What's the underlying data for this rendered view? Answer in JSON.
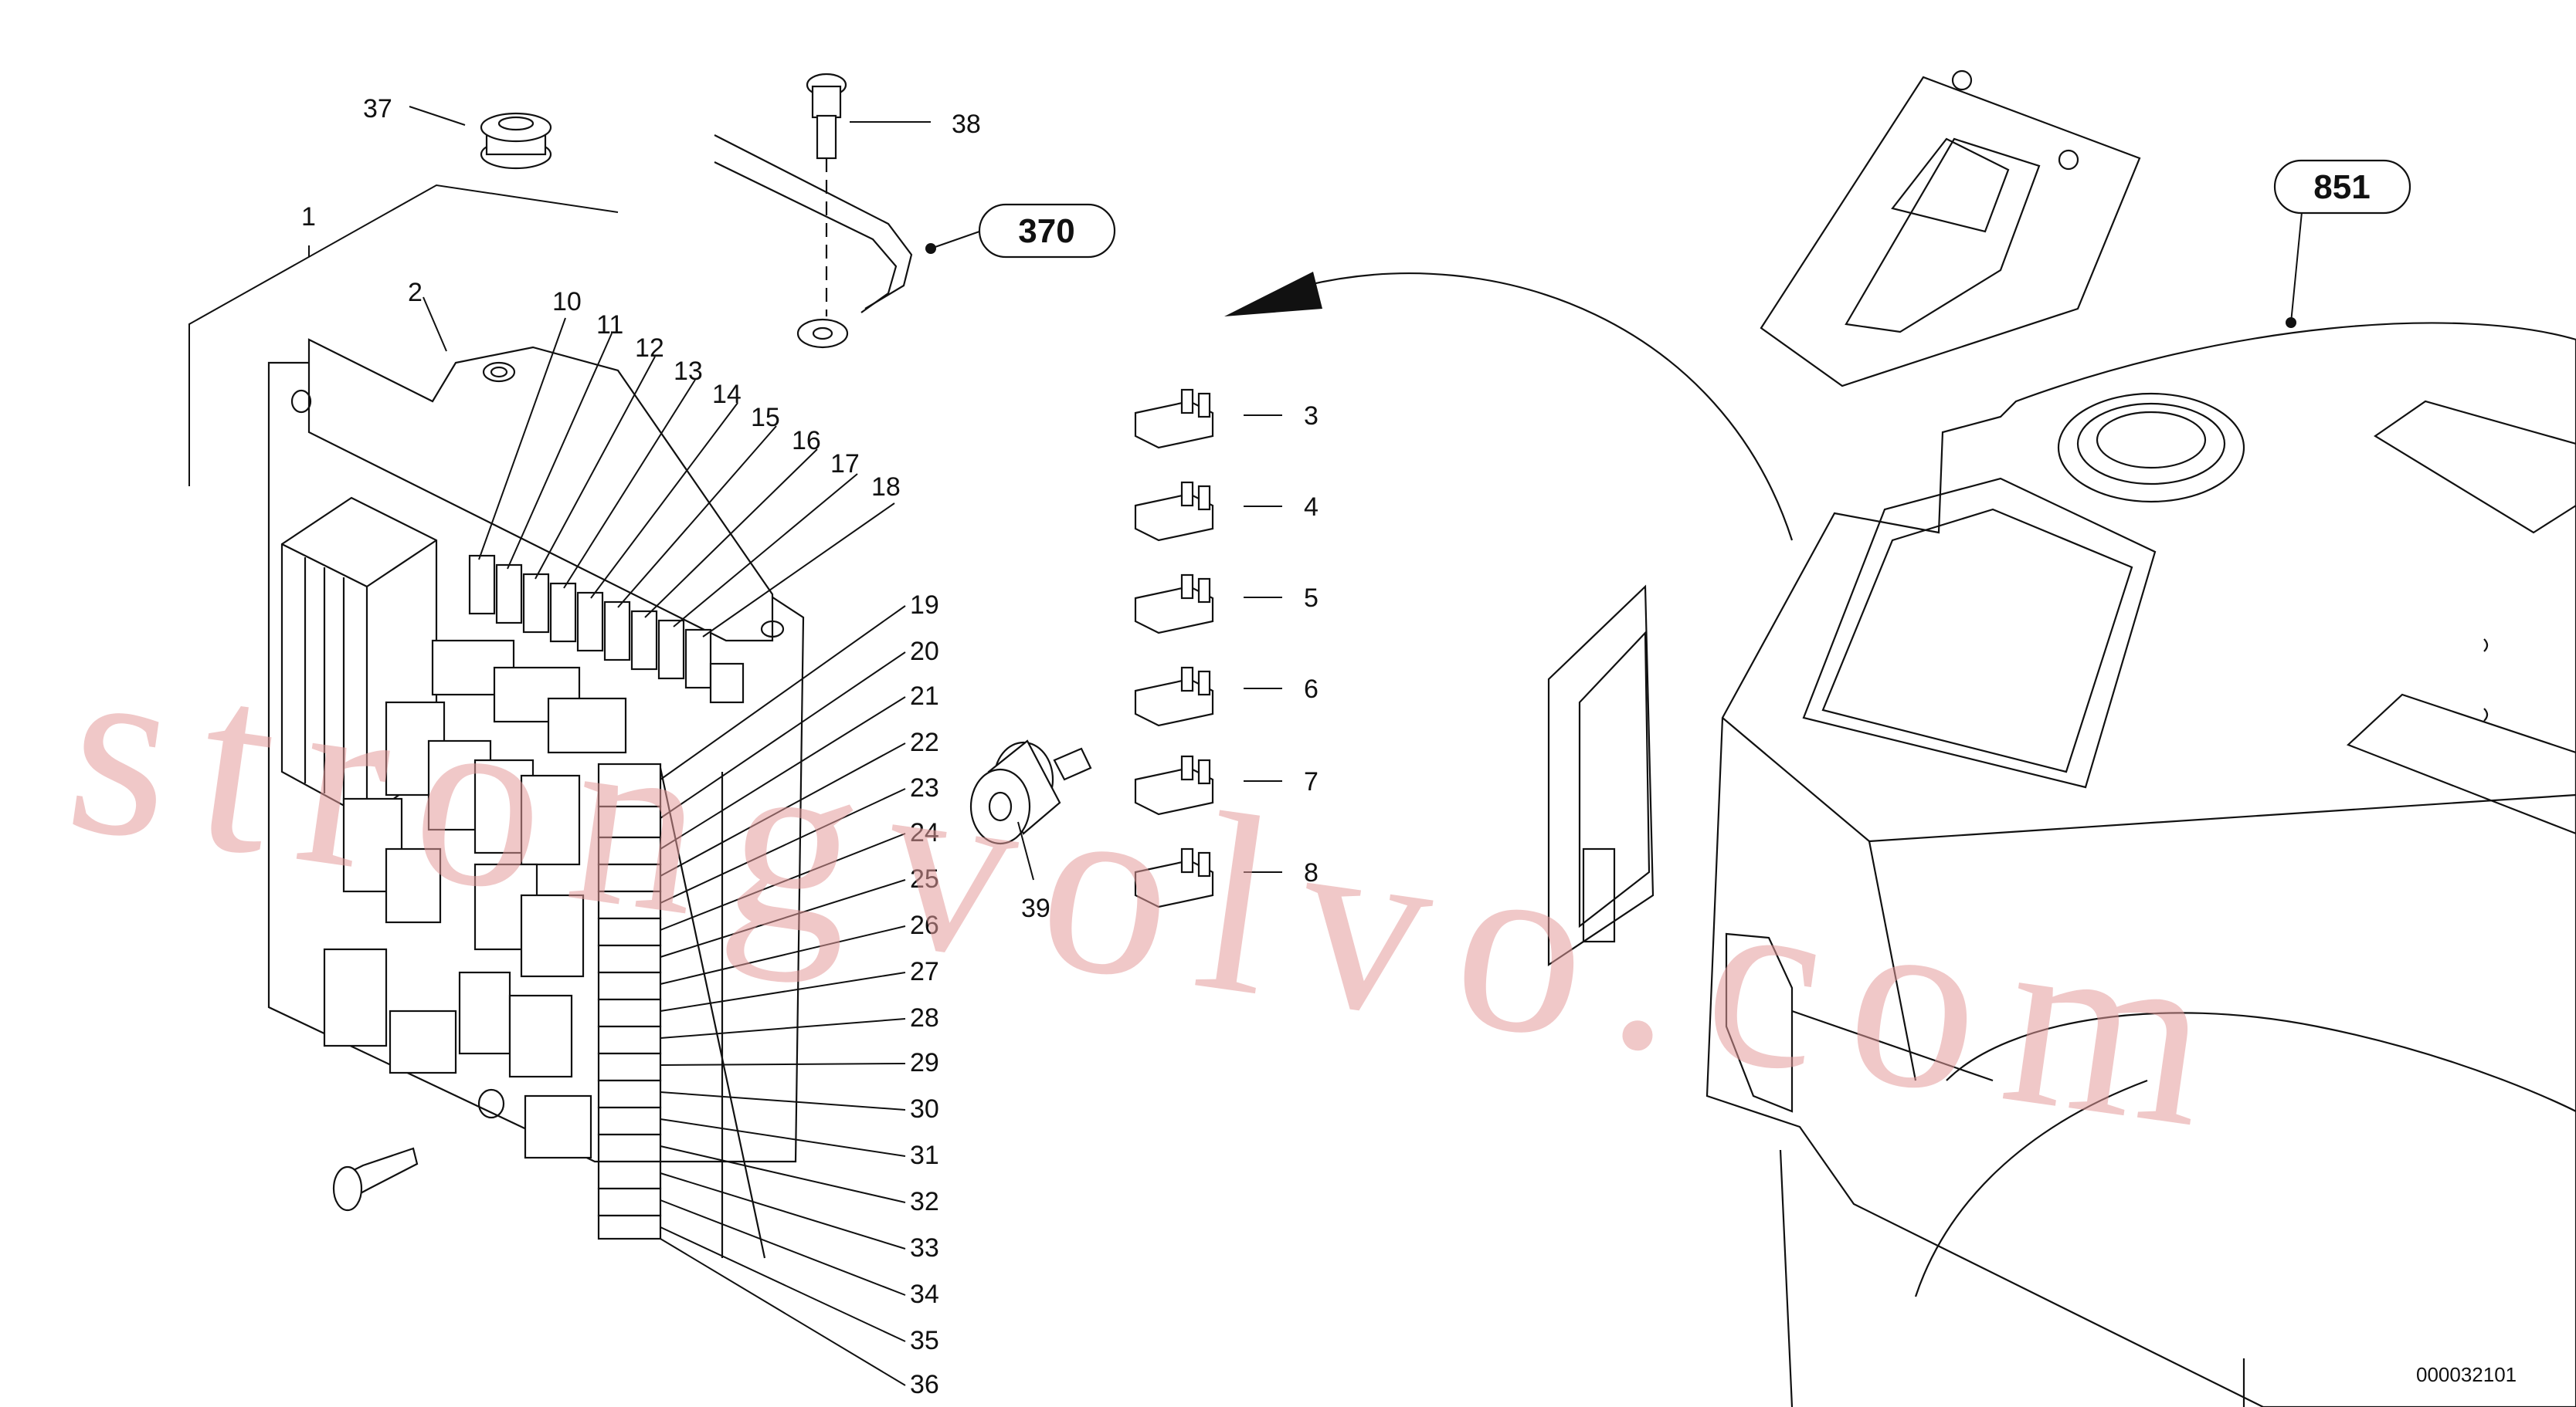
{
  "callouts": [
    {
      "id": "37",
      "label": "37"
    },
    {
      "id": "38",
      "label": "38"
    },
    {
      "id": "1",
      "label": "1"
    },
    {
      "id": "2",
      "label": "2"
    },
    {
      "id": "10",
      "label": "10"
    },
    {
      "id": "11",
      "label": "11"
    },
    {
      "id": "12",
      "label": "12"
    },
    {
      "id": "13",
      "label": "13"
    },
    {
      "id": "14",
      "label": "14"
    },
    {
      "id": "15",
      "label": "15"
    },
    {
      "id": "16",
      "label": "16"
    },
    {
      "id": "17",
      "label": "17"
    },
    {
      "id": "18",
      "label": "18"
    },
    {
      "id": "19",
      "label": "19"
    },
    {
      "id": "20",
      "label": "20"
    },
    {
      "id": "21",
      "label": "21"
    },
    {
      "id": "22",
      "label": "22"
    },
    {
      "id": "23",
      "label": "23"
    },
    {
      "id": "24",
      "label": "24"
    },
    {
      "id": "25",
      "label": "25"
    },
    {
      "id": "26",
      "label": "26"
    },
    {
      "id": "27",
      "label": "27"
    },
    {
      "id": "28",
      "label": "28"
    },
    {
      "id": "29",
      "label": "29"
    },
    {
      "id": "30",
      "label": "30"
    },
    {
      "id": "31",
      "label": "31"
    },
    {
      "id": "32",
      "label": "32"
    },
    {
      "id": "33",
      "label": "33"
    },
    {
      "id": "34",
      "label": "34"
    },
    {
      "id": "35",
      "label": "35"
    },
    {
      "id": "36",
      "label": "36"
    },
    {
      "id": "3",
      "label": "3"
    },
    {
      "id": "4",
      "label": "4"
    },
    {
      "id": "5",
      "label": "5"
    },
    {
      "id": "6",
      "label": "6"
    },
    {
      "id": "7",
      "label": "7"
    },
    {
      "id": "8",
      "label": "8"
    },
    {
      "id": "39",
      "label": "39"
    }
  ],
  "references": [
    {
      "id": "370",
      "label": "370"
    },
    {
      "id": "851",
      "label": "851"
    }
  ],
  "drawing_number": "000032101",
  "watermark": "strongvolvo.com"
}
